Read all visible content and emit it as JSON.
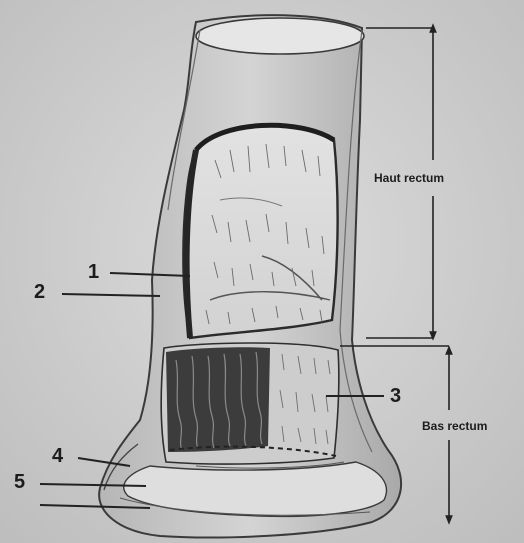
{
  "figure": {
    "regions": {
      "upper": "Haut rectum",
      "lower": "Bas rectum"
    },
    "callouts": [
      "1",
      "2",
      "3",
      "4",
      "5"
    ]
  }
}
